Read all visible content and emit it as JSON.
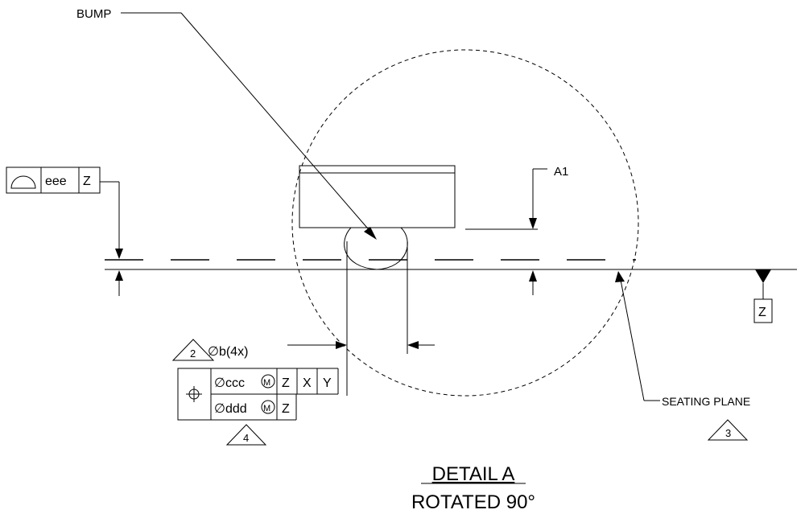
{
  "labels": {
    "bump": "BUMP",
    "a1": "A1",
    "seating_plane": "SEATING PLANE",
    "diameter_b": "∅b(4x)",
    "detail_title": "DETAIL A",
    "detail_subtitle": "ROTATED 90°"
  },
  "fcf_profile": {
    "tolerance": "eee",
    "datum": "Z"
  },
  "fcf_position": {
    "row1": {
      "tolerance": "∅ccc",
      "modifier": "M",
      "datums": [
        "Z",
        "X",
        "Y"
      ]
    },
    "row2": {
      "tolerance": "∅ddd",
      "modifier": "M",
      "datums": [
        "Z"
      ]
    }
  },
  "datum_label": "Z",
  "notes": {
    "n2": "2",
    "n3": "3",
    "n4": "4"
  },
  "symbols": {
    "profile": "surface-profile-icon",
    "position": "position-icon"
  }
}
